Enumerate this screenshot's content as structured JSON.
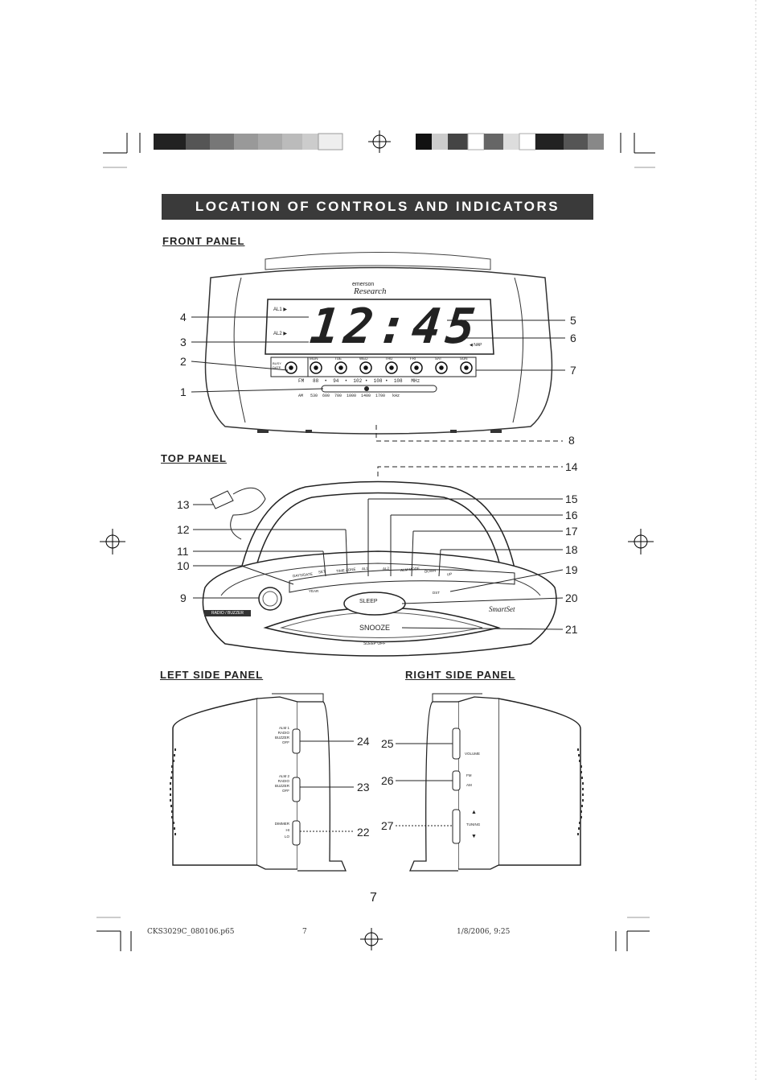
{
  "page": {
    "title": "LOCATION OF CONTROLS AND INDICATORS",
    "page_number": "7",
    "footer": {
      "file": "CKS3029C_080106.p65",
      "page": "7",
      "datetime": "1/8/2006, 9:25"
    }
  },
  "front_panel": {
    "heading": "FRONT PANEL",
    "brand": "Research",
    "brand_prefix": "emerson",
    "display_time": "12:45",
    "al1": "AL1 ▶",
    "al2": "AL2 ▶",
    "nap_label": "◀ NAP",
    "label_9": "RADIO / BUZZER",
    "days": [
      "MON",
      "TUE",
      "WED",
      "THU",
      "FRI",
      "SAT",
      "SUN"
    ],
    "left_btn": "BUSY DATE",
    "fm_scale": "FM   88  •  94  •  102 •  108 •  108   MHz",
    "am_scale": "AM   530  600  700  1000  1400  1700   kHz",
    "callouts": [
      "4",
      "3",
      "2",
      "1",
      "5",
      "6",
      "7",
      "8"
    ]
  },
  "top_panel": {
    "heading": "TOP PANEL",
    "buttons": [
      "SLEEP",
      "SNOOZE"
    ],
    "strip_labels": [
      "DAYS/DATE",
      "SET",
      "TIME ZONE",
      "AL1",
      "AL2",
      "ALM MODE",
      "DOWN",
      "UP"
    ],
    "strip_sub": [
      "YEAR",
      "DST"
    ],
    "sleep_off": "SLEEP OFF",
    "smartset": "SmartSet",
    "callouts": [
      "14",
      "15",
      "16",
      "17",
      "18",
      "19",
      "20",
      "21",
      "13",
      "12",
      "11",
      "10",
      "9"
    ]
  },
  "left_side": {
    "heading": "LEFT SIDE PANEL",
    "sw1": [
      "ALM 1",
      "RADIO",
      "BUZZER",
      "OFF"
    ],
    "sw2": [
      "ALM 2",
      "RADIO",
      "BUZZER",
      "OFF"
    ],
    "sw3": [
      "DIMMER",
      "HI",
      "LO"
    ],
    "callouts": [
      "24",
      "23",
      "22"
    ]
  },
  "right_side": {
    "heading": "RIGHT SIDE PANEL",
    "vol": "VOLUME",
    "band": [
      "FM",
      "AM"
    ],
    "tuning": "TUNING",
    "callouts": [
      "25",
      "26",
      "27"
    ]
  }
}
